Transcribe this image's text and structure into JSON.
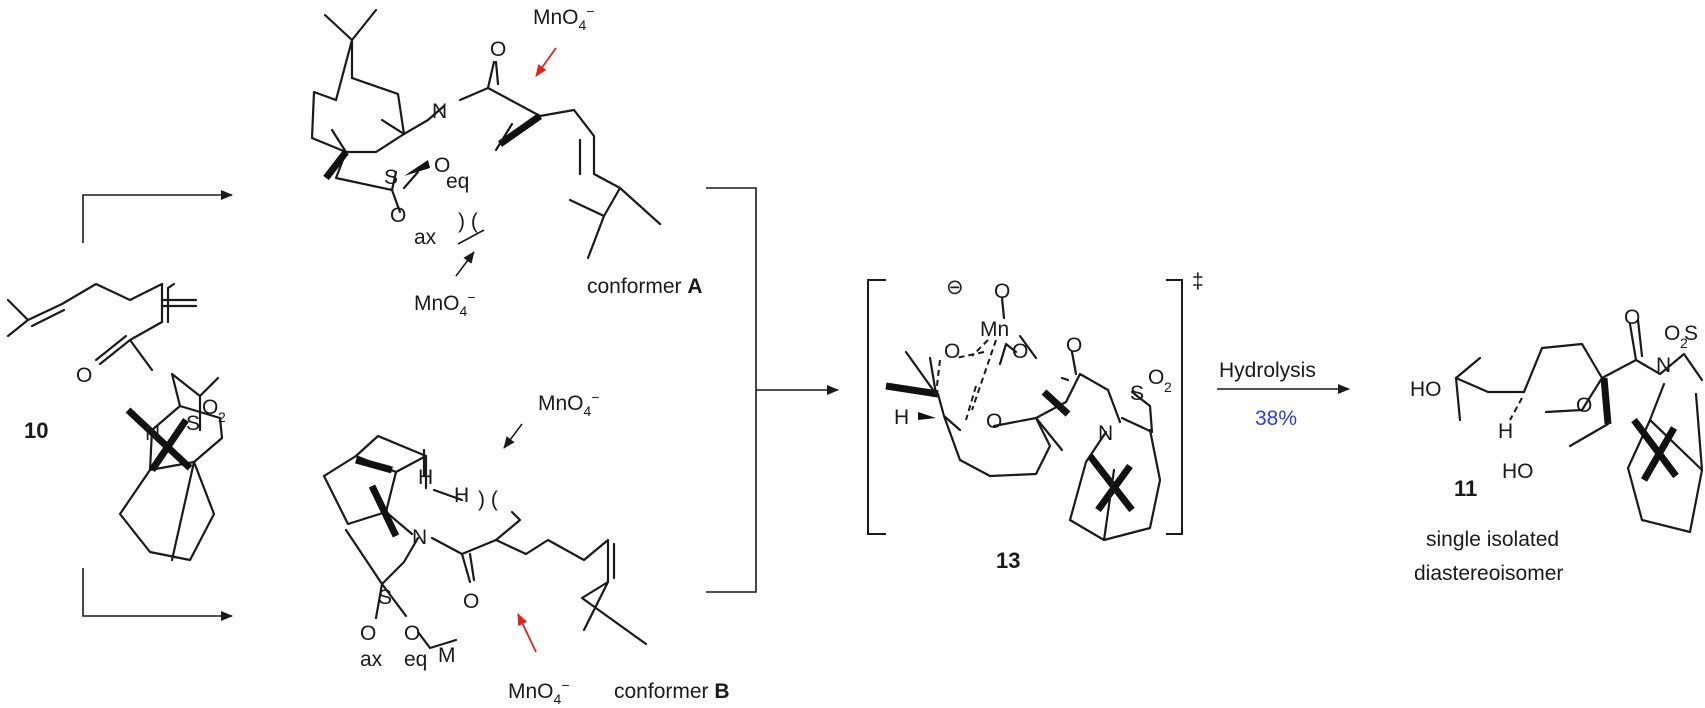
{
  "labels": {
    "cpd10": "10",
    "cpd11": "11",
    "cpd13": "13",
    "conformerA_text": "conformer ",
    "conformerA_letter": "A",
    "conformerB_text": "conformer ",
    "conformerB_letter": "B",
    "reagent_mn": "MnO",
    "reagent_sub": "4",
    "reagent_sup": "−",
    "hydrolysis": "Hydrolysis",
    "yield": "38%",
    "product_note_1": "single isolated",
    "product_note_2": "diastereoisomer",
    "eq": "eq",
    "ax": "ax",
    "steric": ") (",
    "dagger": "‡",
    "minus_circle": "⊖"
  },
  "atoms": {
    "O": "O",
    "N": "N",
    "S": "S",
    "H": "H",
    "M": "M",
    "Mn": "Mn",
    "HO": "HO",
    "SO2_S": "S",
    "SO2_O": "O",
    "SO2_sub": "2"
  },
  "colors": {
    "attack_arrow": "#e0231b",
    "yield_text": "#2b3fd6",
    "ink": "#1a1a1a"
  }
}
